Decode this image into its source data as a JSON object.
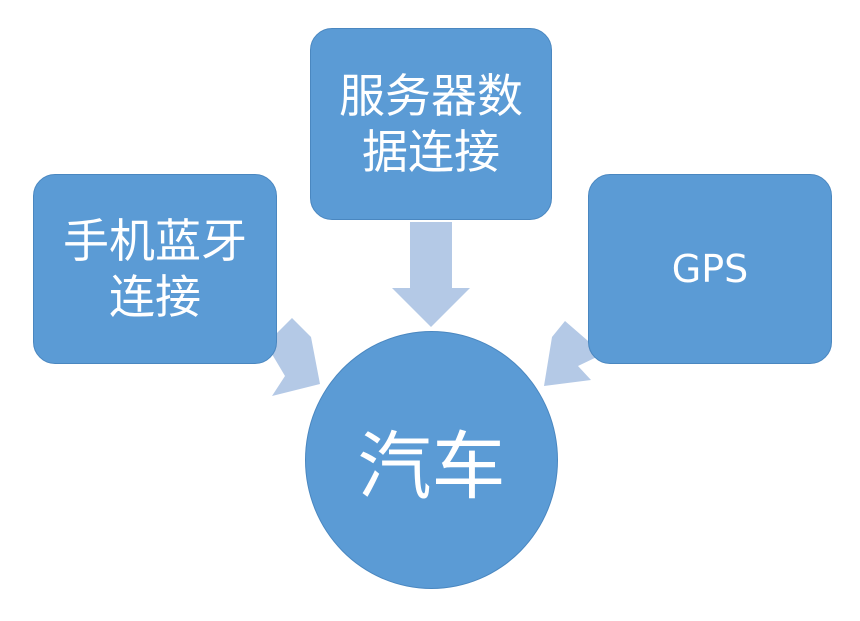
{
  "diagram": {
    "nodes": {
      "left": {
        "label": "手机蓝牙连接"
      },
      "top": {
        "label": "服务器数据连接"
      },
      "right": {
        "label": "GPS"
      },
      "center": {
        "label": "汽车"
      }
    },
    "edges": [
      {
        "from": "left",
        "to": "center"
      },
      {
        "from": "top",
        "to": "center"
      },
      {
        "from": "right",
        "to": "center"
      }
    ],
    "colors": {
      "node_fill": "#5b9bd5",
      "node_border": "#4a87c0",
      "arrow_fill": "#b4c9e6",
      "text": "#ffffff"
    }
  }
}
